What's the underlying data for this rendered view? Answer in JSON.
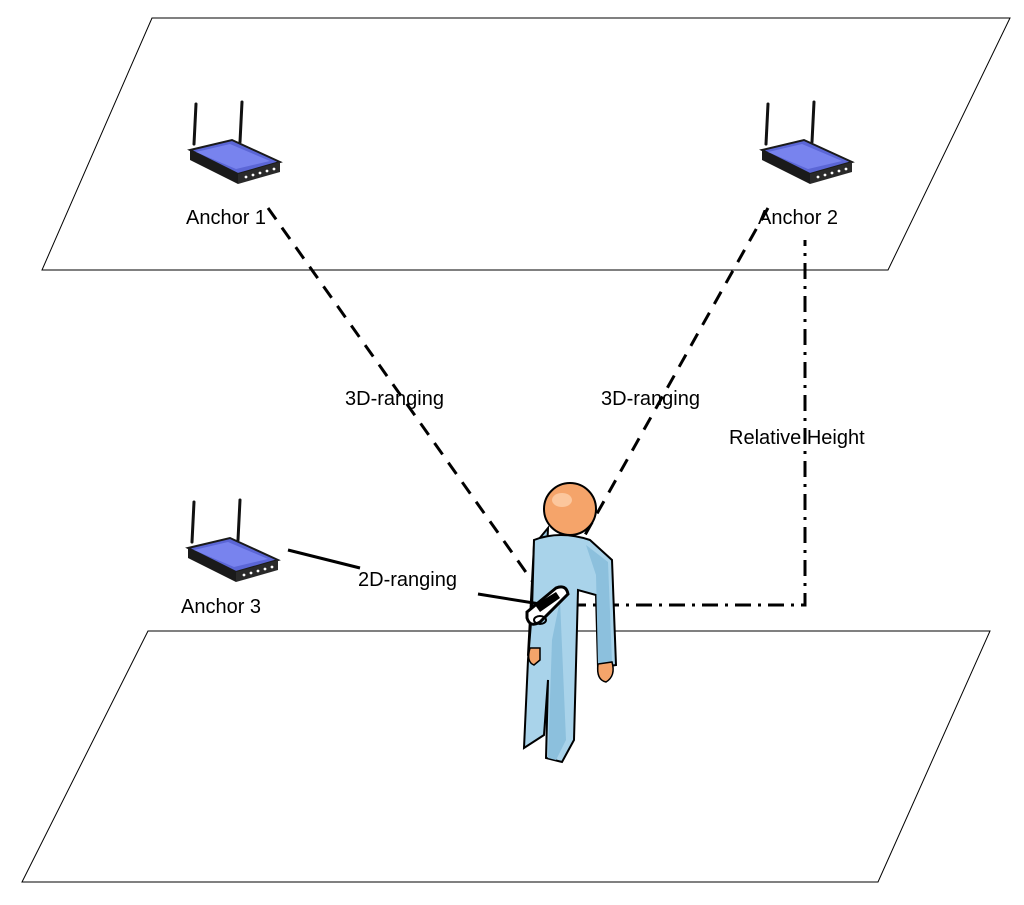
{
  "anchors": {
    "anchor_1": "Anchor 1",
    "anchor_2": "Anchor 2",
    "anchor_3": "Anchor 3"
  },
  "links": {
    "anchor_1_to_tag": "3D-ranging",
    "anchor_2_to_tag": "3D-ranging",
    "anchor_3_to_tag": "2D-ranging",
    "height_to_anchor_2": "Relative Height"
  },
  "icons": {
    "anchor": "wifi-router-icon",
    "person": "person-icon",
    "tag": "tag-device-icon"
  },
  "colors": {
    "router_top": "#5b66d6",
    "router_body": "#1a1a1a",
    "person_head": "#f5a46a",
    "person_body": "#a9d3ea",
    "line": "#000000"
  }
}
